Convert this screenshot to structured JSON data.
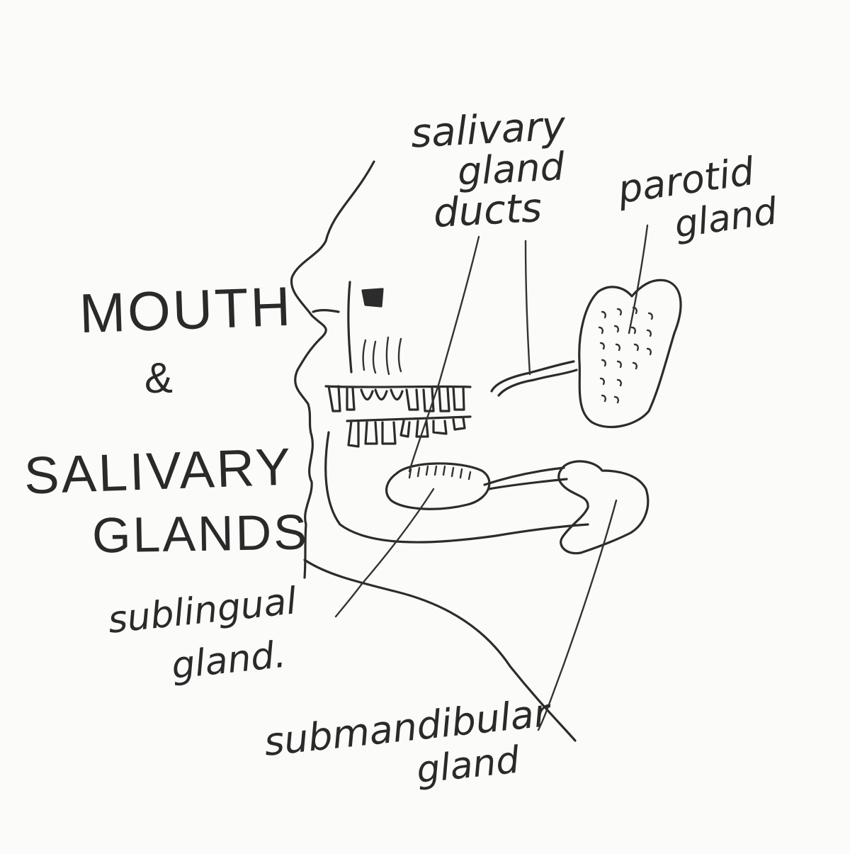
{
  "title": {
    "line1": "MOUTH",
    "amp": "&",
    "line2": "SALIVARY",
    "line3": "GLANDS"
  },
  "labels": {
    "ducts": {
      "l1": "salivary",
      "l2": "gland",
      "l3": "ducts"
    },
    "parotid": {
      "l1": "parotid",
      "l2": "gland"
    },
    "sublingual": {
      "l1": "sublingual",
      "l2": "gland."
    },
    "submandibular": {
      "l1": "submandibular",
      "l2": "gland"
    }
  },
  "colors": {
    "ink": "#2c2c2c",
    "paper": "#fbfbf9"
  }
}
